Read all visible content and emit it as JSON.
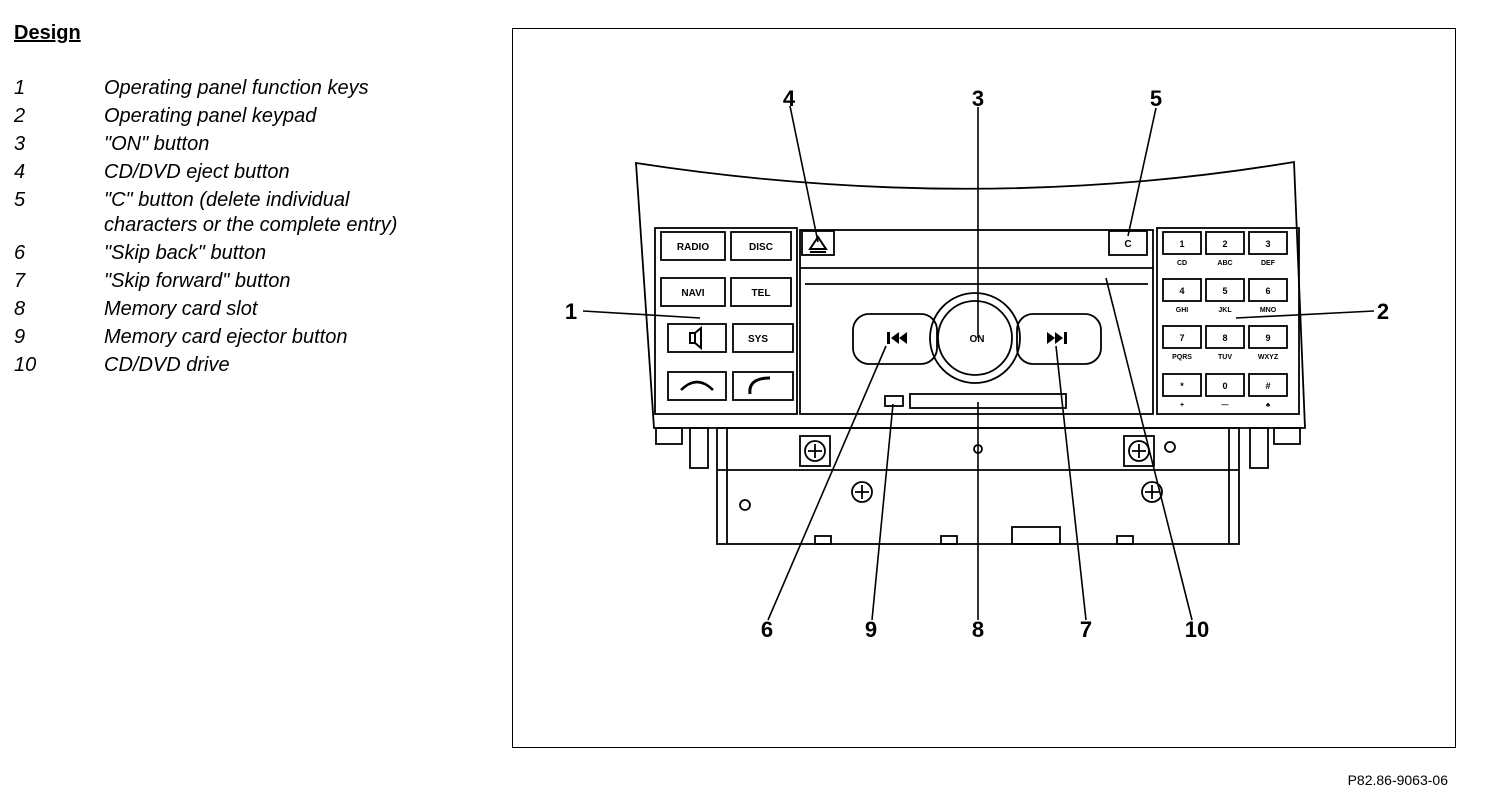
{
  "heading": "Design",
  "legend": [
    {
      "num": "1",
      "text": "Operating panel function keys"
    },
    {
      "num": "2",
      "text": "Operating panel keypad"
    },
    {
      "num": "3",
      "text": "\"ON\" button"
    },
    {
      "num": "4",
      "text": "CD/DVD eject button"
    },
    {
      "num": "5",
      "text": "\"C\" button (delete individual\ncharacters or the complete entry)"
    },
    {
      "num": "6",
      "text": "\"Skip back\" button"
    },
    {
      "num": "7",
      "text": "\"Skip forward\" button"
    },
    {
      "num": "8",
      "text": "Memory card slot"
    },
    {
      "num": "9",
      "text": "Memory card ejector button"
    },
    {
      "num": "10",
      "text": "CD/DVD drive"
    }
  ],
  "figure_ref": "P82.86-9063-06",
  "callouts": [
    "1",
    "2",
    "3",
    "4",
    "5",
    "6",
    "7",
    "8",
    "9",
    "10"
  ],
  "buttons": {
    "radio": "RADIO",
    "disc": "DISC",
    "navi": "NAVI",
    "tel": "TEL",
    "sys": "SYS",
    "on": "ON",
    "c": "C"
  },
  "keypad": [
    {
      "digit": "1",
      "sub": "CD"
    },
    {
      "digit": "2",
      "sub": "ABC"
    },
    {
      "digit": "3",
      "sub": "DEF"
    },
    {
      "digit": "4",
      "sub": "GHI"
    },
    {
      "digit": "5",
      "sub": "JKL"
    },
    {
      "digit": "6",
      "sub": "MNO"
    },
    {
      "digit": "7",
      "sub": "PQRS"
    },
    {
      "digit": "8",
      "sub": "TUV"
    },
    {
      "digit": "9",
      "sub": "WXYZ"
    },
    {
      "digit": "*",
      "sub": "+"
    },
    {
      "digit": "0",
      "sub": "—"
    },
    {
      "digit": "#",
      "sub": "♣"
    }
  ]
}
